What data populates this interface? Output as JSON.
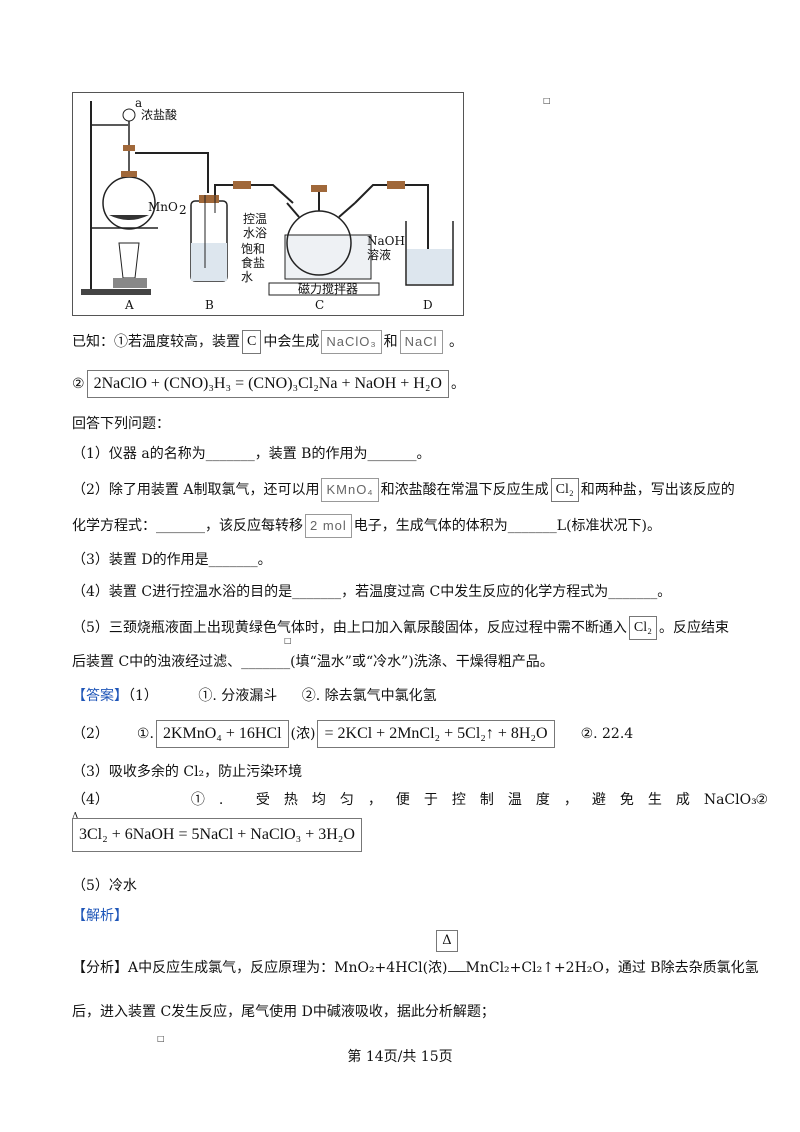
{
  "figure": {
    "labels": {
      "a": "a",
      "hcl": "浓盐酸",
      "mno2": "MnO",
      "mno2_sub": "2",
      "bath1": "控温",
      "bath2": "水浴",
      "brine1": "饱和",
      "brine2": "食盐",
      "brine3": "水",
      "naoh1": "NaOH",
      "naoh2": "溶液",
      "stirrer": "磁力搅拌器",
      "A": "A",
      "B": "B",
      "C": "C",
      "D": "D"
    }
  },
  "known": {
    "l1_pre": "已知：①若温度较高，装置",
    "l1_box_c": "C",
    "l1_mid": "中会生成",
    "l1_box_naclo3": "NaClO₃",
    "l1_and": "和",
    "l1_box_nacl": "NaCl",
    "l1_end": "。",
    "l2_pre": "②",
    "l2_eq": "2NaClO + (CNO)₃H₃ = (CNO)₃Cl₂Na + NaOH + H₂O",
    "l2_end": "。"
  },
  "questions": {
    "intro": "回答下列问题：",
    "q1": "（1）仪器 a的名称为_______，装置 B的作用为_______。",
    "q2a_pre": "（2）除了用装置 A制取氯气，还可以用",
    "q2a_box1": "KMnO₄",
    "q2a_mid": "和浓盐酸在常温下反应生成",
    "q2a_box2": "Cl₂",
    "q2a_end": "和两种盐，写出该反应的",
    "q2b_pre": "化学方程式：_______，该反应每转移",
    "q2b_box": "2 mol",
    "q2b_end": "电子，生成气体的体积为_______L(标准状况下)。",
    "q3": "（3）装置 D的作用是_______。",
    "q4": "（4）装置 C进行控温水浴的目的是_______，若温度过高 C中发生反应的化学方程式为_______。",
    "q5a_pre": "（5）三颈烧瓶液面上出现黄绿色气体时，由上口加入氰尿酸固体，反应过程中需不断通入",
    "q5a_box": "Cl₂",
    "q5a_end": "。反应结束",
    "q5b": "后装置 C中的浊液经过滤、_______(填“温水”或“冷水”)洗涤、干燥得粗产品。"
  },
  "answer": {
    "tag": "【答案】",
    "a1_num": "（1）",
    "a1_1": "①. 分液漏斗",
    "a1_2": "②. 除去氯气中氯化氢",
    "a2_num": "（2）",
    "a2_1": "①.",
    "a2_box1": "2KMnO₄ + 16HCl",
    "a2_conc": "(浓)",
    "a2_box2": "= 2KCl + 2MnCl₂ + 5Cl₂↑ + 8H₂O",
    "a2_2": "②. 22.4",
    "a3": "（3）吸收多余的 Cl₂，防止污染环境",
    "a4_num": "（4）",
    "a4_1": "①. 受热均匀，便于控制温度，避免生成",
    "a4_naclo3": "NaClO₃",
    "a4_2": "②",
    "a4_delta": "Δ",
    "a4_eq": "3Cl₂ + 6NaOH = 5NaCl + NaClO₃ + 3H₂O",
    "a5": "（5）冷水"
  },
  "analysis": {
    "tag": "【解析】",
    "fenxi_tag": "【分析】",
    "l1_pre": "A中反应生成氯气，反应原理为：MnO₂+4HCl(浓)",
    "l1_delta": "Δ",
    "l1_post": "MnCl₂+Cl₂↑+2H₂O，通过 B除去杂质氯化氢",
    "l2": "后，进入装置 C发生反应，尾气使用 D中碱液吸收，据此分析解题；"
  },
  "footer": {
    "text": "第 14页/共 15页"
  }
}
